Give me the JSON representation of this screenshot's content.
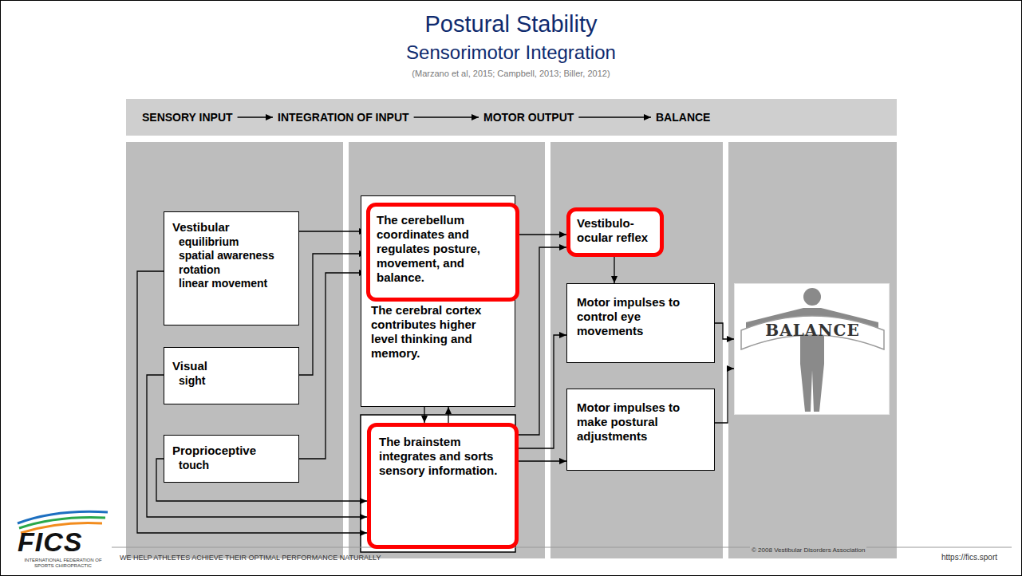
{
  "diagram": {
    "title": "Postural Stability",
    "nodes": [
      {
        "text": [
          "Vestibular",
          "equilibrium",
          "spatial awareness",
          "rotation",
          "linear movement"
        ]
      },
      {
        "text": [
          "Visual",
          "sight"
        ]
      },
      {
        "text": [
          "Proprioceptive",
          "touch"
        ]
      },
      {
        "text": [
          "The cerebral cortex contributes higher level thinking and memory."
        ]
      },
      {
        "text": [
          "The cerebellum coordinates and regulates posture, movement, and balance."
        ],
        "in": 3
      },
      {
        "text": [
          "The brainstem integrates and sorts sensory information."
        ]
      },
      {
        "text": [
          "Vestibulo-ocular reflex"
        ]
      },
      {
        "text": [
          "Motor impulses to control eye movements"
        ]
      },
      {
        "text": [
          "Motor impulses to make postural adjustments"
        ]
      },
      {
        "text": [
          "BALANCE"
        ]
      }
    ],
    "edges": [
      {
        "from": 0,
        "to": 4,
        "arrow": "to"
      },
      {
        "from": 1,
        "to": 4,
        "arrow": "to"
      },
      {
        "from": 2,
        "to": 4,
        "arrow": "to"
      },
      {
        "from": 0,
        "to": 5,
        "arrow": "to"
      },
      {
        "from": 1,
        "to": 5,
        "arrow": "to"
      },
      {
        "from": 2,
        "to": 5,
        "arrow": "to"
      },
      {
        "from": 3,
        "to": 5,
        "arrow": "to"
      },
      {
        "from": 5,
        "to": 3,
        "arrow": "to"
      },
      {
        "from": 4,
        "to": 6,
        "arrow": "to"
      },
      {
        "from": 5,
        "to": 6,
        "arrow": "to"
      },
      {
        "from": 6,
        "to": 7,
        "arrow": "to"
      },
      {
        "from": 5,
        "to": 7,
        "arrow": "to"
      },
      {
        "from": 5,
        "to": 8,
        "arrow": "to"
      },
      {
        "from": 7,
        "to": 9,
        "arrow": "to"
      },
      {
        "from": 8,
        "to": 9,
        "arrow": "to"
      }
    ],
    "labels": [
      "Sensorimotor Integration",
      "(Marzano et al, 2015; Campbell, 2013; Biller, 2012)",
      "SENSORY INPUT",
      "INTEGRATION OF INPUT",
      "MOTOR OUTPUT",
      "BALANCE",
      "© 2008 Vestibular Disorders Association",
      "FICS",
      "INTERNATIONAL FEDERATION OF SPORTS CHIROPRACTIC",
      "WE HELP ATHLETES ACHIEVE THEIR OPTIMAL PERFORMANCE NATURALLY",
      "https://fics.sport"
    ]
  }
}
